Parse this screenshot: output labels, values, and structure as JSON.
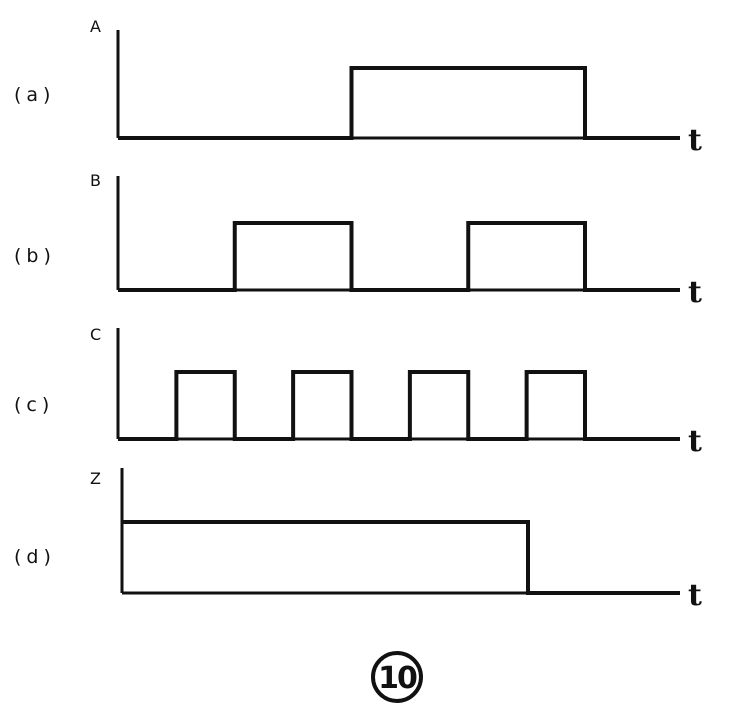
{
  "colors": {
    "ink": "#111111",
    "background": "#ffffff"
  },
  "figure_number": "10",
  "time_axis_label": "t",
  "time_range": [
    0,
    10
  ],
  "panels": [
    {
      "id": "a",
      "label": "(a)",
      "signal": "A",
      "transitions": [
        0,
        0,
        4,
        1,
        8,
        0
      ]
    },
    {
      "id": "b",
      "label": "(b)",
      "signal": "B",
      "transitions": [
        0,
        0,
        2,
        1,
        4,
        0,
        6,
        1,
        8,
        0
      ]
    },
    {
      "id": "c",
      "label": "(c)",
      "signal": "C",
      "transitions": [
        0,
        0,
        1,
        1,
        2,
        0,
        3,
        1,
        4,
        0,
        5,
        1,
        6,
        0,
        7,
        1,
        8,
        0
      ]
    },
    {
      "id": "d",
      "label": "(d)",
      "signal": "Z",
      "transitions": [
        0,
        1,
        7,
        0
      ]
    }
  ]
}
